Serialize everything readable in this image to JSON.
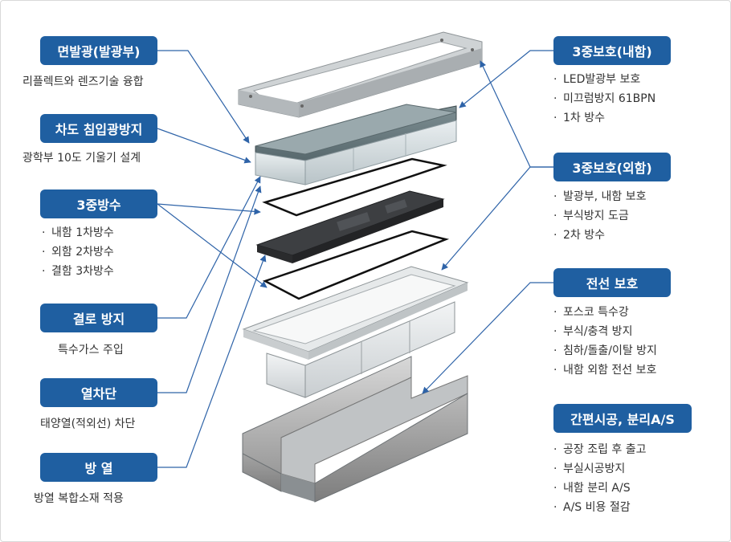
{
  "left": {
    "face_emit": {
      "label": "면발광(발광부)",
      "desc": "리플렉트와 렌즈기술 융합"
    },
    "glare_block": {
      "label": "차도 침입광방지",
      "desc": "광학부 10도 기울기 설계"
    },
    "triple_waterproof": {
      "label": "3중방수",
      "items": [
        "내함 1차방수",
        "외함 2차방수",
        "결함 3차방수"
      ]
    },
    "condensation": {
      "label": "결로 방지",
      "desc": "특수가스 주입"
    },
    "heat_block": {
      "label": "열차단",
      "desc": "태양열(적외선) 차단"
    },
    "heat_dissipation": {
      "label": "방 열",
      "desc": "방열 복합소재 적용"
    }
  },
  "right": {
    "inner_protect": {
      "label": "3중보호(내함)",
      "items": [
        "LED발광부 보호",
        "미끄럼방지 61BPN",
        "1차 방수"
      ]
    },
    "outer_protect": {
      "label": "3중보호(외함)",
      "items": [
        "발광부, 내함 보호",
        "부식방지 도금",
        "2차 방수"
      ]
    },
    "wire_protect": {
      "label": "전선 보호",
      "items": [
        "포스코 특수강",
        "부식/충격 방지",
        "침하/돌출/이탈 방지",
        "내함 외함 전선 보호"
      ]
    },
    "easy_install": {
      "label": "간편시공, 분리A/S",
      "items": [
        "공장 조립 후 출고",
        "부실시공방지",
        "내함 분리 A/S",
        "A/S 비용 절감"
      ]
    }
  },
  "colors": {
    "label_bg": "#1f5fa1",
    "leader_line": "#2e63a8",
    "text": "#333333"
  }
}
